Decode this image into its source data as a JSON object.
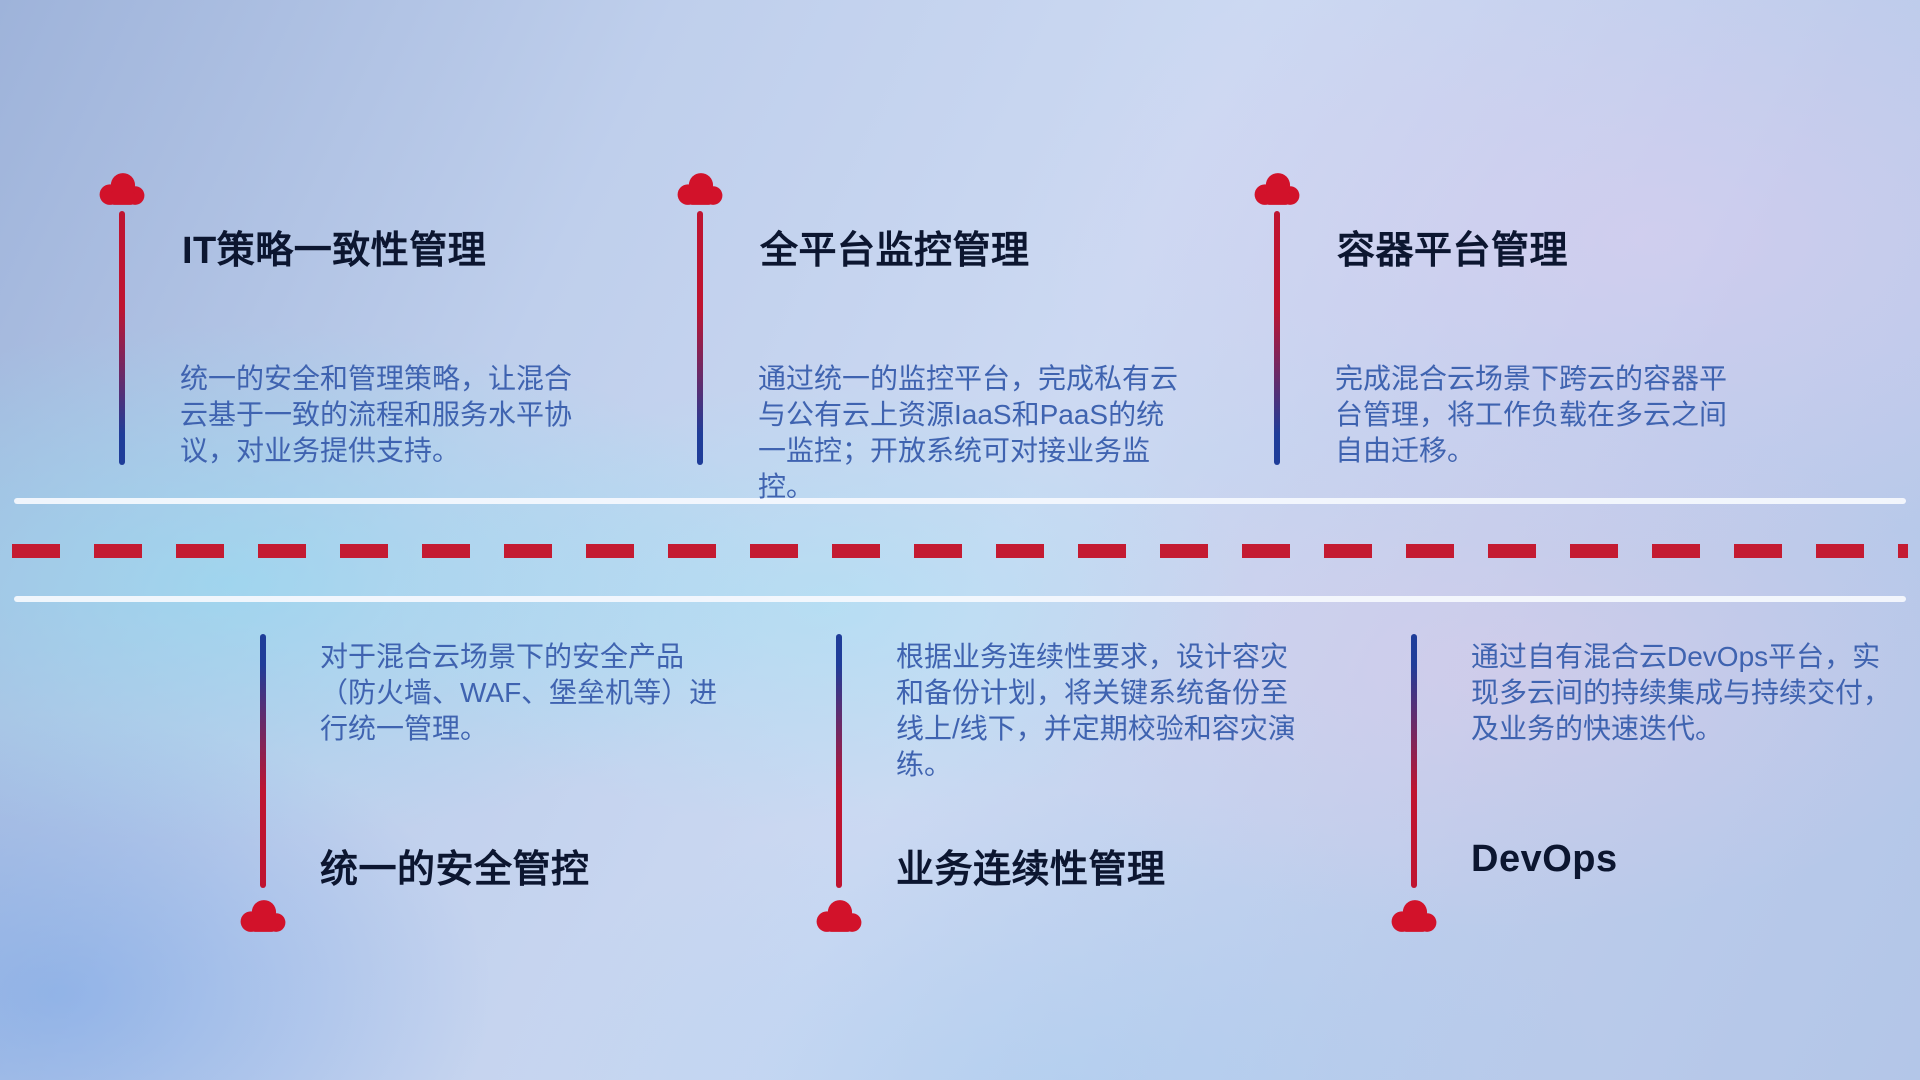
{
  "diagram": {
    "top_items": [
      {
        "icon": "cloud-icon",
        "title": "IT策略一致性管理",
        "description": "统一的安全和管理策略，让混合云基于一致的流程和服务水平协议，对业务提供支持。"
      },
      {
        "icon": "cloud-icon",
        "title": "全平台监控管理",
        "description": "通过统一的监控平台，完成私有云与公有云上资源IaaS和PaaS的统一监控；开放系统可对接业务监控。"
      },
      {
        "icon": "cloud-icon",
        "title": "容器平台管理",
        "description": "完成混合云场景下跨云的容器平台管理，将工作负载在多云之间自由迁移。"
      }
    ],
    "bottom_items": [
      {
        "icon": "cloud-icon",
        "title": "统一的安全管控",
        "description": "对于混合云场景下的安全产品（防火墙、WAF、堡垒机等）进行统一管理。"
      },
      {
        "icon": "cloud-icon",
        "title": "业务连续性管理",
        "description": "根据业务连续性要求，设计容灾和备份计划，将关键系统备份至线上/线下，并定期校验和容灾演练。"
      },
      {
        "icon": "cloud-icon",
        "title": "DevOps",
        "description": "通过自有混合云DevOps平台，实现多云间的持续集成与持续交付，及业务的快速迭代。"
      }
    ]
  },
  "colors": {
    "cloud_red": "#d2122a",
    "line_red": "#bf1430",
    "line_blue": "#1f3d99",
    "title_color": "#0c1630",
    "desc_color": "#3f63b0",
    "dash_red": "#c41b32",
    "white_line": "#f4f8fd",
    "background_base": "#bccdec"
  }
}
